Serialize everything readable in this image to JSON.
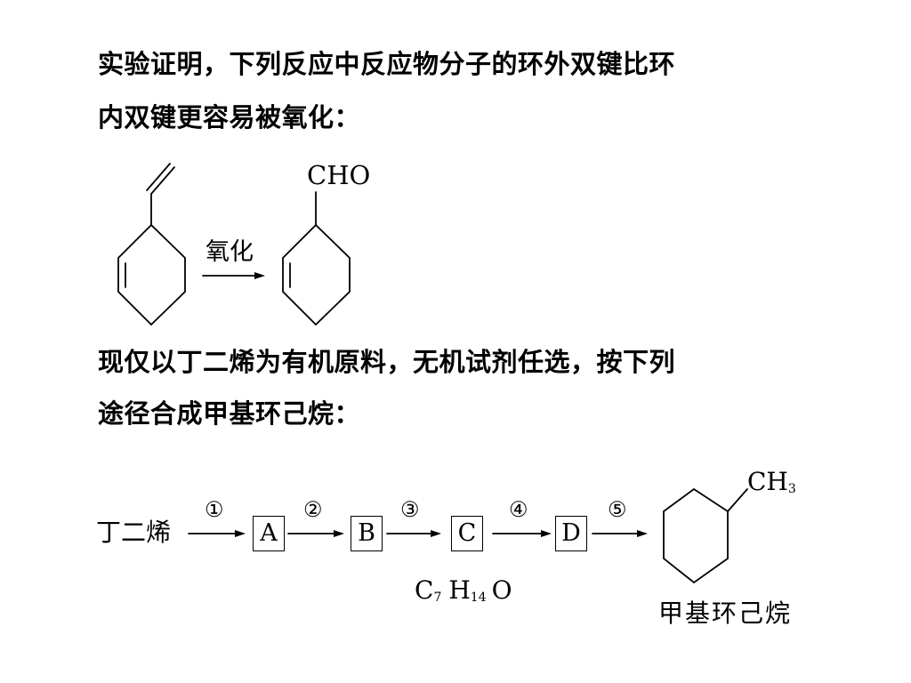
{
  "intro": {
    "line1": "实验证明，下列反应中反应物分子的环外双键比环",
    "line2": "内双键更容易被氧化："
  },
  "reaction": {
    "product_group": "CHO",
    "condition": "氧化"
  },
  "task": {
    "line1": "现仅以丁二烯为有机原料，无机试剂任选，按下列",
    "line2": "途径合成甲基环己烷："
  },
  "route": {
    "start": "丁二烯",
    "steps": [
      "①",
      "②",
      "③",
      "④",
      "⑤"
    ],
    "intermediates": [
      "A",
      "B",
      "C",
      "D"
    ],
    "formula_c": {
      "c": "C",
      "c_sub": "7",
      "h": "H",
      "h_sub": "14",
      "o": "O"
    },
    "product_group": "CH",
    "product_group_sub": "3",
    "product_name": "甲基环己烷"
  }
}
